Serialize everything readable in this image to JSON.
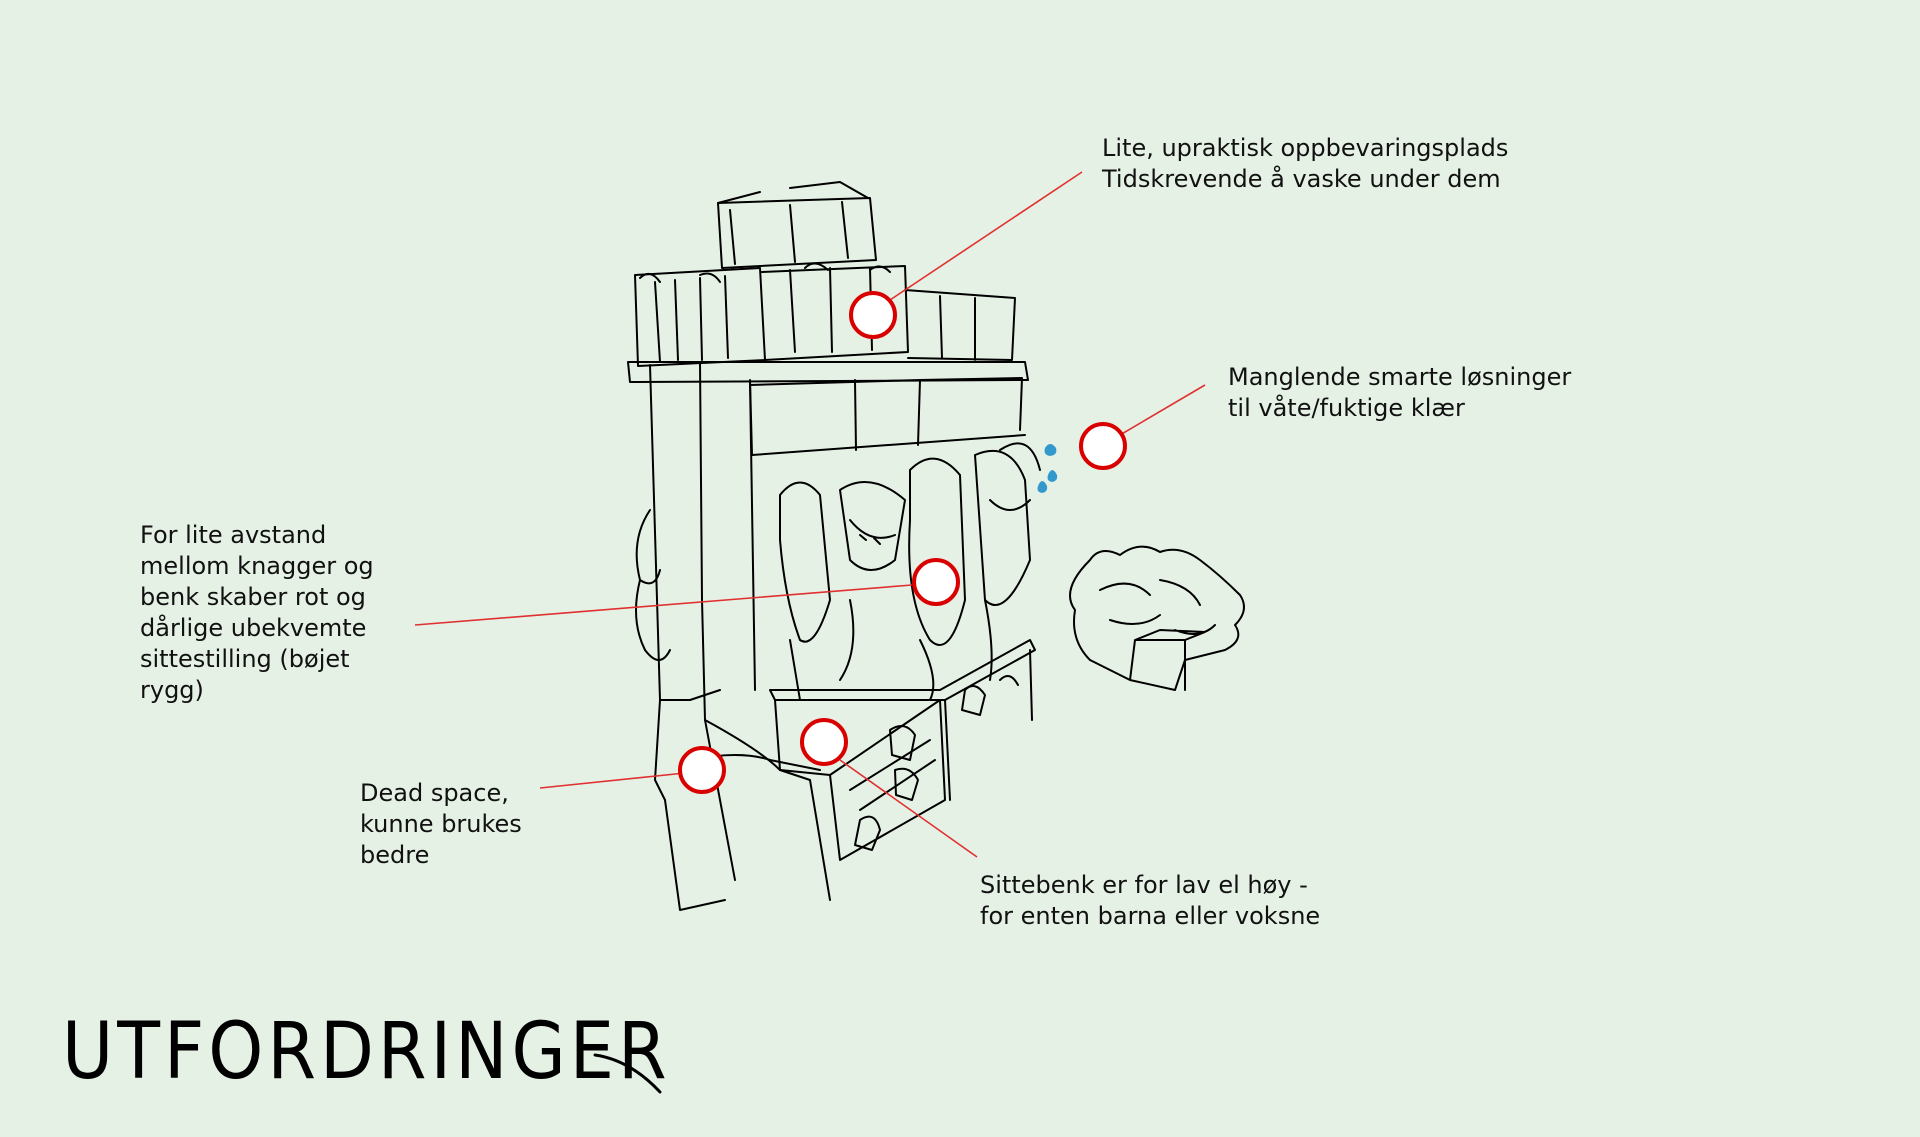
{
  "title": "UTFORDRINGER",
  "colors": {
    "background": "#e6f1e6",
    "marker": "#d90000",
    "leader_line": "#e03030",
    "sketch": "#000000",
    "water_drops": "#3399cc"
  },
  "annotations": [
    {
      "id": "storage",
      "text": "Lite, upraktisk oppbevaringsplads\nTidskrevende å vaske under dem"
    },
    {
      "id": "wet-clothes",
      "text": "Manglende smarte løsninger\ntil våte/fuktige klær"
    },
    {
      "id": "hook-distance",
      "text": "For lite avstand\nmellom knagger og\nbenk skaber rot og\ndårlige ubekvemte\nsittestilling (bøjet\nrygg)"
    },
    {
      "id": "dead-space",
      "text": "Dead space,\nkunne brukes\nbedre"
    },
    {
      "id": "bench-height",
      "text": "Sittebenk er for lav el høy -\nfor enten barna eller voksne"
    }
  ]
}
